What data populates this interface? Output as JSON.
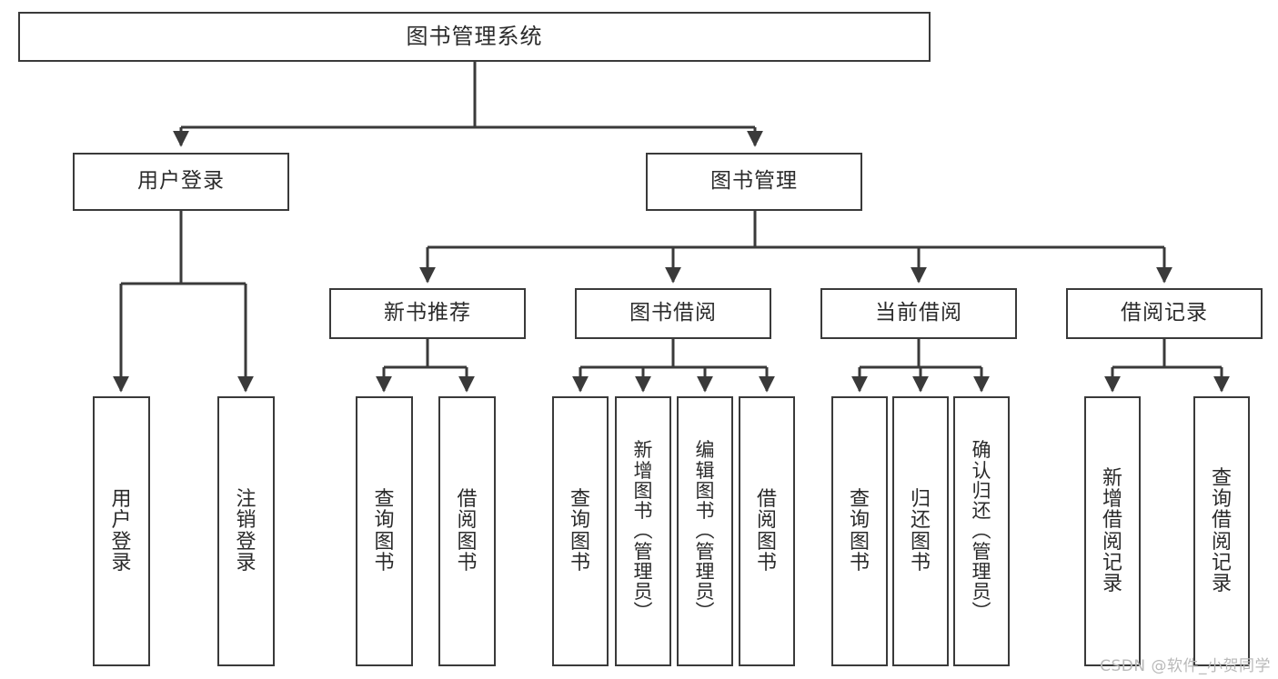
{
  "diagram": {
    "title": "图书管理系统",
    "type": "tree-hierarchy-diagram",
    "colors": {
      "box_border": "#3a3a3a",
      "box_fill": "#ffffff",
      "connector": "#3a3a3a",
      "text": "#2b2b2b",
      "watermark": "#b9b9b9"
    },
    "root": {
      "label": "图书管理系统"
    },
    "level2": [
      {
        "label": "用户登录"
      },
      {
        "label": "图书管理"
      }
    ],
    "level3": [
      {
        "label": "新书推荐"
      },
      {
        "label": "图书借阅"
      },
      {
        "label": "当前借阅"
      },
      {
        "label": "借阅记录"
      }
    ],
    "leaves": {
      "user_login": [
        {
          "label": "用户登录",
          "vertical": "用\n户\n登\n录"
        },
        {
          "label": "注销登录",
          "vertical": "注\n销\n登\n录"
        }
      ],
      "new_book_recommend": [
        {
          "label": "查询图书",
          "vertical": "查\n询\n图\n书"
        },
        {
          "label": "借阅图书",
          "vertical": "借\n阅\n图\n书"
        }
      ],
      "book_borrow": [
        {
          "label": "查询图书",
          "vertical": "查\n询\n图\n书"
        },
        {
          "label": "新增图书（管理员）",
          "vertical": "新\n增\n图\n书\n︵\n管\n理\n员\n︶"
        },
        {
          "label": "编辑图书（管理员）",
          "vertical": "编\n辑\n图\n书\n︵\n管\n理\n员\n︶"
        },
        {
          "label": "借阅图书",
          "vertical": "借\n阅\n图\n书"
        }
      ],
      "current_borrow": [
        {
          "label": "查询图书",
          "vertical": "查\n询\n图\n书"
        },
        {
          "label": "归还图书",
          "vertical": "归\n还\n图\n书"
        },
        {
          "label": "确认归还（管理员）",
          "vertical": "确\n认\n归\n还\n︵\n管\n理\n员\n︶"
        }
      ],
      "borrow_record": [
        {
          "label": "新增借阅记录",
          "vertical": "新\n增\n借\n阅\n记\n录"
        },
        {
          "label": "查询借阅记录",
          "vertical": "查\n询\n借\n阅\n记\n录"
        }
      ]
    },
    "watermark": "CSDN @软件_小贺同学"
  }
}
